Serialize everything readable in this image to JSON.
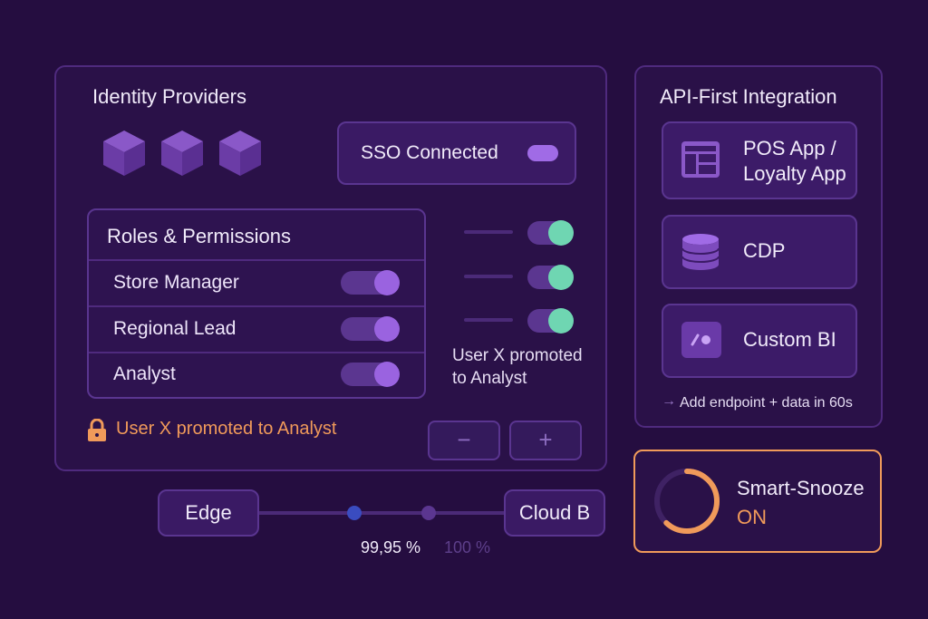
{
  "identity": {
    "title": "Identity Providers",
    "sso_label": "SSO Connected",
    "roles_title": "Roles & Permissions",
    "roles": [
      {
        "label": "Store Manager",
        "enabled": true
      },
      {
        "label": "Regional Lead",
        "enabled": true
      },
      {
        "label": "Analyst",
        "enabled": true
      }
    ],
    "audit_toggles": [
      true,
      true,
      true
    ],
    "audit_message": "User X promoted to Analyst",
    "lock_message": "User X promoted to Analyst",
    "minus_label": "−",
    "plus_label": "+"
  },
  "integration": {
    "title": "API-First Integration",
    "items": [
      {
        "label_line1": "POS App /",
        "label_line2": "Loyalty App",
        "icon": "layout-icon"
      },
      {
        "label_line1": "CDP",
        "icon": "database-icon"
      },
      {
        "label_line1": "Custom BI",
        "icon": "analytics-icon"
      }
    ],
    "footer": "Add endpoint + data in 60s"
  },
  "network": {
    "left_label": "Edge",
    "right_label": "Cloud B",
    "uptime_current": "99,95 %",
    "uptime_target": "100 %"
  },
  "snooze": {
    "label": "Smart-Snooze",
    "status": "ON",
    "progress": 0.62
  },
  "colors": {
    "background": "#250d40",
    "panel": "#2a1148",
    "accent_purple": "#9a63e0",
    "accent_green": "#6fd6b2",
    "accent_orange": "#f09a5a"
  }
}
